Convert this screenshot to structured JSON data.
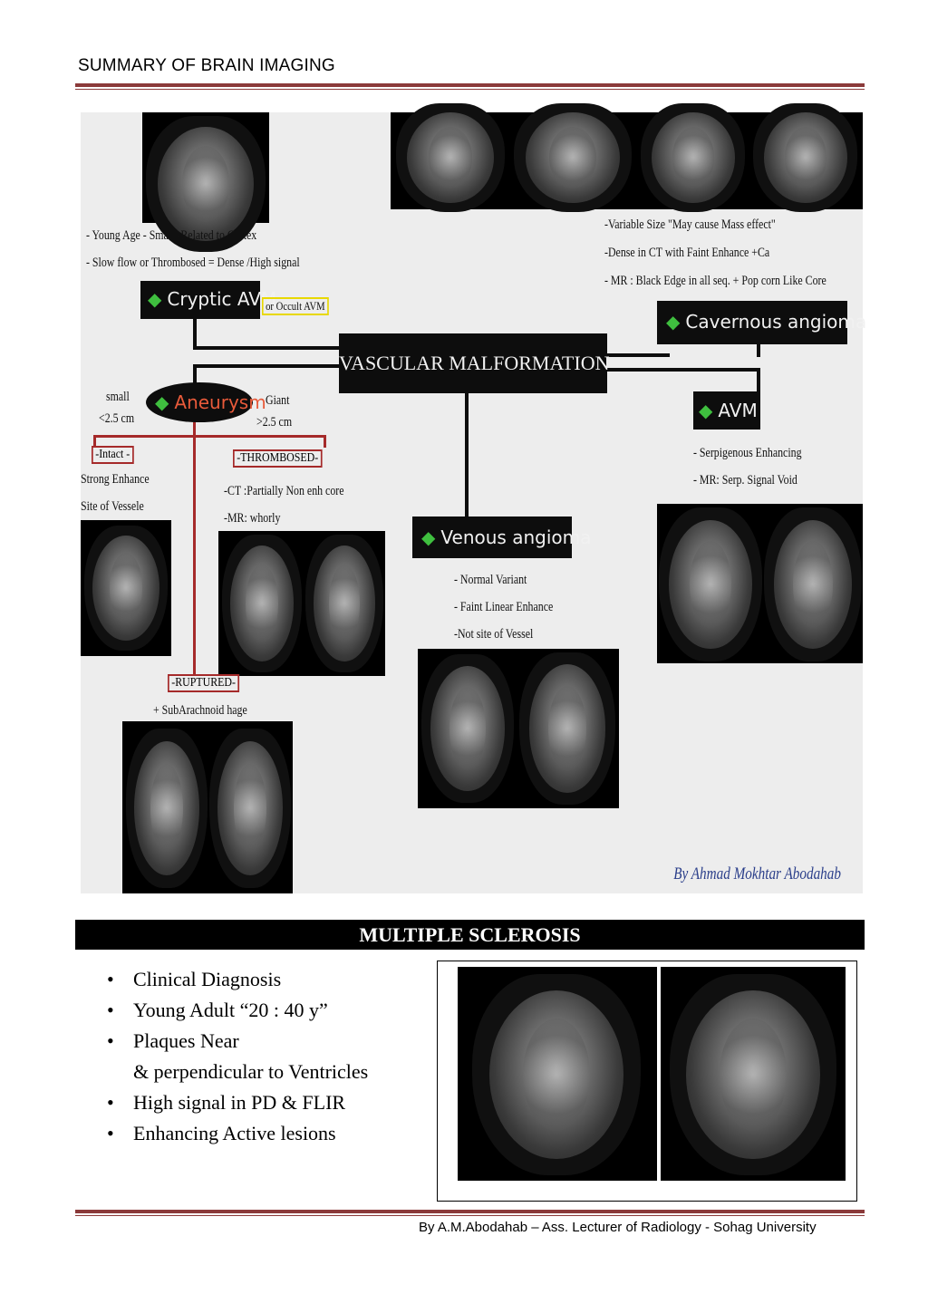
{
  "header": {
    "title": "SUMMARY OF BRAIN IMAGING"
  },
  "poster": {
    "center_title": "VASCULAR MALFORMATION",
    "cryptic": {
      "title": "Cryptic AVM",
      "alt": "or Occult AVM",
      "notes": [
        "- Young Age  - Small     -Related to Cortex",
        "- Slow flow or Thrombosed = Dense /High signal"
      ]
    },
    "cavernous": {
      "title": "Cavernous angioma",
      "notes": [
        "-Variable Size \"May cause Mass effect\"",
        "-Dense in CT with Faint Enhance +Ca",
        "- MR : Black Edge in all seq. + Pop corn Like Core"
      ]
    },
    "aneurysm": {
      "title": "Aneurysm",
      "small": "small",
      "small_size": "<2.5 cm",
      "giant": "Giant",
      "giant_size": ">2.5 cm",
      "intact": {
        "label": "-Intact -",
        "notes": [
          "Strong Enhance",
          "Site of Vessele"
        ]
      },
      "thrombosed": {
        "label": "-THROMBOSED-",
        "notes": [
          "-CT :Partially Non enh core",
          "-MR: whorly"
        ]
      },
      "ruptured": {
        "label": "-RUPTURED-",
        "notes": [
          "+ SubArachnoid hage"
        ]
      }
    },
    "avm": {
      "title": "AVM",
      "notes": [
        "- Serpigenous Enhancing",
        "- MR: Serp. Signal Void"
      ]
    },
    "venous": {
      "title": "Venous angioma",
      "notes": [
        "- Normal Variant",
        "- Faint Linear Enhance",
        "-Not site of Vessel"
      ]
    },
    "signature": "By Ahmad Mokhtar Abodahab"
  },
  "ms": {
    "title": "MULTIPLE SCLEROSIS",
    "bullets": [
      "Clinical Diagnosis",
      "Young Adult “20 : 40 y”",
      "Plaques Near",
      "High signal in PD & FLIR",
      "Enhancing Active lesions"
    ],
    "bullet3_cont": "& perpendicular to Ventricles"
  },
  "footer": {
    "text": "By A.M.Abodahab – Ass. Lecturer of Radiology - Sohag University"
  }
}
